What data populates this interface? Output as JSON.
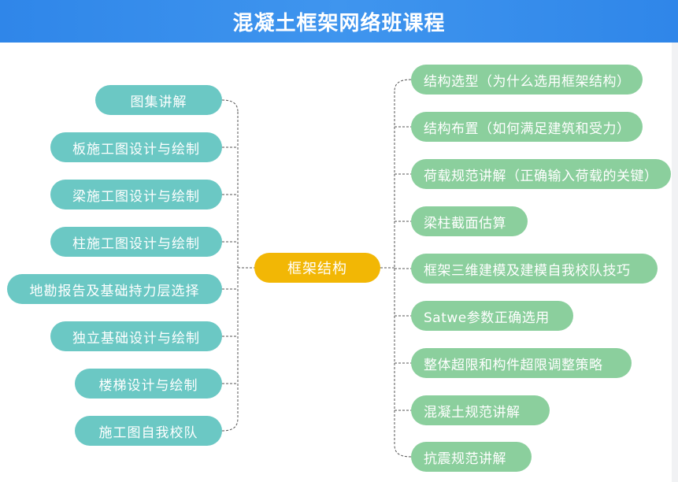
{
  "header": {
    "title": "混凝土框架网络班课程"
  },
  "center": {
    "label": "框架结构"
  },
  "left_items": [
    {
      "label": "图集讲解"
    },
    {
      "label": "板施工图设计与绘制"
    },
    {
      "label": "梁施工图设计与绘制"
    },
    {
      "label": "柱施工图设计与绘制"
    },
    {
      "label": "地勘报告及基础持力层选择"
    },
    {
      "label": "独立基础设计与绘制"
    },
    {
      "label": "楼梯设计与绘制"
    },
    {
      "label": "施工图自我校队"
    }
  ],
  "right_items": [
    {
      "label": "结构选型（为什么选用框架结构）"
    },
    {
      "label": "结构布置（如何满足建筑和受力）"
    },
    {
      "label": "荷载规范讲解（正确输入荷载的关键）"
    },
    {
      "label": "梁柱截面估算"
    },
    {
      "label": "框架三维建模及建模自我校队技巧"
    },
    {
      "label": "Satwe参数正确选用"
    },
    {
      "label": "整体超限和构件超限调整策略"
    },
    {
      "label": "混凝土规范讲解"
    },
    {
      "label": "抗震规范讲解"
    }
  ],
  "colors": {
    "header": "#3a8fec",
    "left_node": "#6bc8c4",
    "right_node": "#8bcf9d",
    "center_node": "#f2b705",
    "connector": "#555555"
  }
}
